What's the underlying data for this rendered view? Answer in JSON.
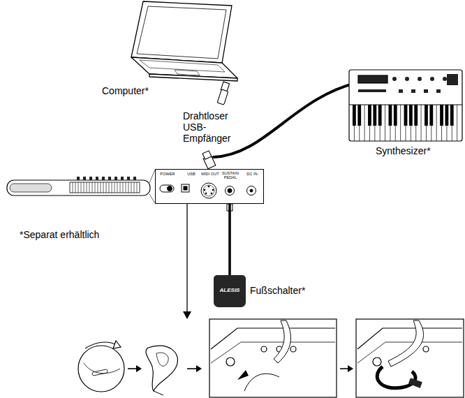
{
  "diagram": {
    "nodes": [
      {
        "text": [
          "POWER",
          "USB",
          "MIDI OUT",
          "SUSTAIN PEDAL",
          "DC IN"
        ]
      },
      {
        "text": [
          "ALESIS",
          "Fußschalter*"
        ]
      }
    ],
    "edges": [
      {
        "from": 1,
        "to": 0,
        "arrow": "none"
      }
    ],
    "labels": [
      "Computer*",
      "Drahtloser USB-Empfänger",
      "Synthesizer*",
      "*Separat erhältlich"
    ]
  }
}
